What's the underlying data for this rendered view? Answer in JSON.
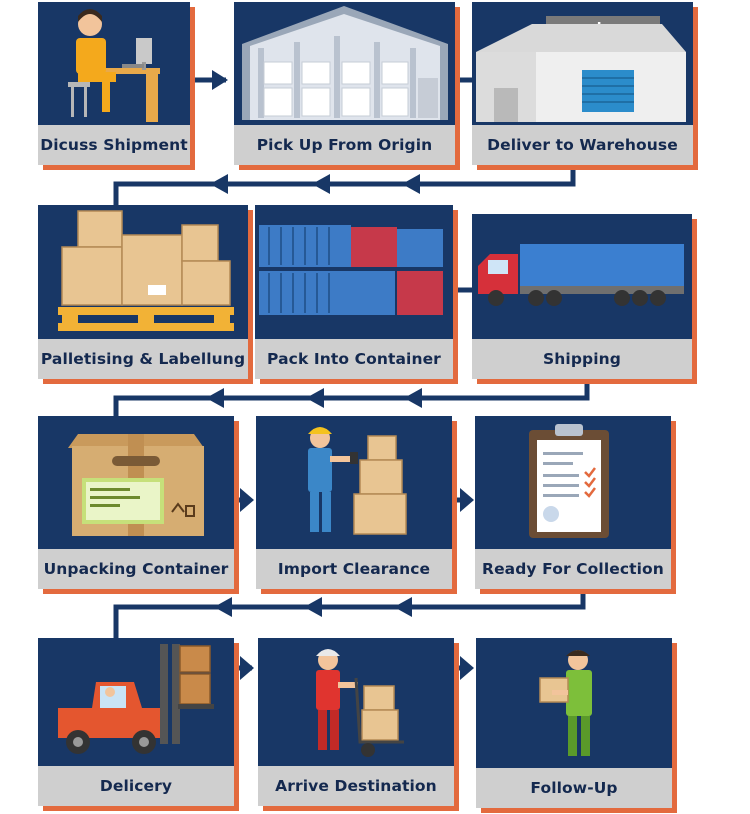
{
  "steps": [
    {
      "label": "Dicuss Shipment",
      "icon": "operator-at-desk-icon"
    },
    {
      "label": "Pick Up From Origin",
      "icon": "open-warehouse-icon"
    },
    {
      "label": "Deliver to Warehouse",
      "icon": "warehouse-building-icon",
      "sign": "warehouse"
    },
    {
      "label": "Palletising & Labellung",
      "icon": "pallet-boxes-icon"
    },
    {
      "label": "Pack Into Container",
      "icon": "shipping-containers-icon"
    },
    {
      "label": "Shipping",
      "icon": "container-truck-icon"
    },
    {
      "label": "Unpacking Container",
      "icon": "cardboard-box-icon"
    },
    {
      "label": "Import Clearance",
      "icon": "worker-scanning-boxes-icon"
    },
    {
      "label": "Ready For Collection",
      "icon": "clipboard-checklist-icon"
    },
    {
      "label": "Delicery",
      "icon": "forklift-icon"
    },
    {
      "label": "Arrive Destination",
      "icon": "hand-truck-worker-icon"
    },
    {
      "label": "Follow-Up",
      "icon": "worker-holding-box-icon"
    }
  ],
  "colors": {
    "panel": "#183766",
    "label_bg": "#cfcfcf",
    "label_text": "#14294f",
    "shadow": "#e36a3e",
    "connector": "#183766"
  }
}
